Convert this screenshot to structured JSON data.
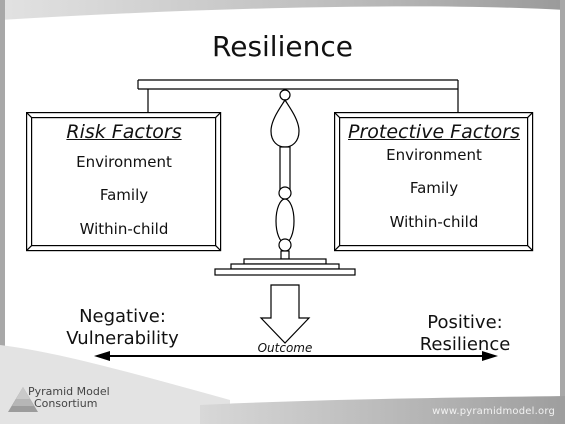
{
  "title": "Resilience",
  "risk_box": {
    "heading": "Risk Factors",
    "items": [
      "Environment",
      "Family",
      "Within-child"
    ]
  },
  "protective_box": {
    "heading": "Protective Factors",
    "items": [
      "Environment",
      "Family",
      "Within-child"
    ]
  },
  "negative_label": [
    "Negative:",
    "Vulnerability"
  ],
  "positive_label": [
    "Positive:",
    "Resilience"
  ],
  "outcome_label": "Outcome",
  "footer": {
    "logo_lines": [
      "Pyramid Model",
      "Consortium"
    ],
    "url": "www.pyramidmodel.org"
  },
  "colors": {
    "frame_gray": "#9e9e9e",
    "band_gray": "#b3b3b3",
    "ink": "#000000"
  }
}
